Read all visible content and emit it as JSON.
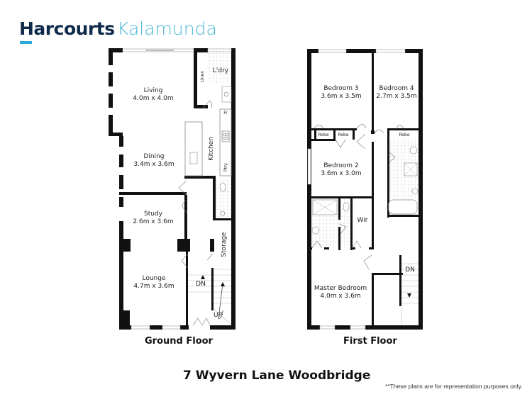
{
  "logo": {
    "brand": "Harcourts",
    "office": "Kalamunda",
    "colors": {
      "brand": "#0f2a4a",
      "office": "#4bb8d6",
      "underline": "#2aa8d8"
    }
  },
  "ground_floor": {
    "label": "Ground Floor",
    "rooms": [
      {
        "name": "Living",
        "size": "4.0m x 4.0m"
      },
      {
        "name": "Dining",
        "size": "3.4m x 3.6m"
      },
      {
        "name": "Kitchen"
      },
      {
        "name": "L'dry"
      },
      {
        "name": "Linen"
      },
      {
        "name": "Study",
        "size": "2.6m x 3.6m"
      },
      {
        "name": "Lounge",
        "size": "4.7m x 3.6m"
      },
      {
        "name": "Storage"
      },
      {
        "name": "Ptry"
      },
      {
        "name": "Fr"
      }
    ],
    "stairs": {
      "down": "DN",
      "up": "UP"
    }
  },
  "first_floor": {
    "label": "First Floor",
    "rooms": [
      {
        "name": "Bedroom 3",
        "size": "3.6m x 3.5m"
      },
      {
        "name": "Bedroom 4",
        "size": "2.7m x 3.5m"
      },
      {
        "name": "Bedroom 2",
        "size": "3.6m x 3.0m"
      },
      {
        "name": "Master Bedroom",
        "size": "4.0m x 3.6m"
      },
      {
        "name": "Wir"
      },
      {
        "name": "Robe"
      },
      {
        "name": "Robe"
      },
      {
        "name": "Robe"
      }
    ],
    "stairs": {
      "down": "DN"
    }
  },
  "address": "7 Wyvern Lane Woodbridge",
  "disclaimer": "**These plans are for representation purposes only."
}
